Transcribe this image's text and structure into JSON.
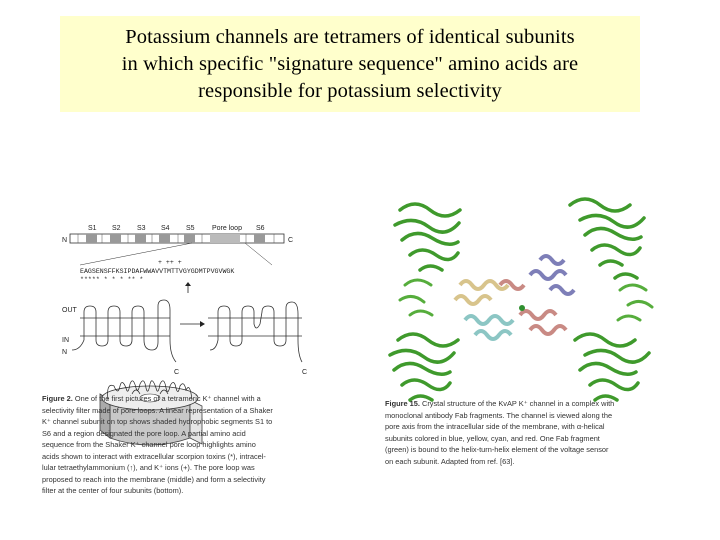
{
  "slide": {
    "title_lines": [
      "Potassium channels are tetramers of identical subunits",
      "in which specific \"signature sequence\" amino acids are",
      "responsible for potassium selectivity"
    ]
  },
  "figure_left": {
    "segment_labels": [
      "S1",
      "S2",
      "S3",
      "S4",
      "S5",
      "Pore loop",
      "S6"
    ],
    "n_label": "N",
    "c_label": "C",
    "charge_marks": "+   ++  +",
    "sequence": "EAGSENSFFKSIPDAFWWAVVTMTTVGYGDMTPVGVWGK",
    "sequence_marks": "*****  *   *              *    ** *",
    "out_label": "OUT",
    "in_label": "IN",
    "n_small": "N",
    "c_small_1": "C",
    "c_small_2": "C",
    "caption_bold": "Figure 2.",
    "caption_lines": [
      "One of the first pictures of a tetrameric K⁺ channel with a",
      "selectivity filter made of pore loops. A linear representation of a Shaker",
      "K⁺ channel subunit on top shows shaded hydrophobic segments S1 to",
      "S6 and a region designated the pore loop. A partial amino acid",
      "sequence from the Shaker K⁺ channel pore loop highlights amino",
      "acids shown to interact with extracellular scorpion toxins (*), intracel-",
      "lular tetraethylammonium (↑), and K⁺ ions (+). The pore loop was",
      "proposed to reach into the membrane (middle) and form a selectivity",
      "filter at the center of four subunits (bottom)."
    ]
  },
  "figure_right": {
    "caption_bold": "Figure 15.",
    "caption_lines": [
      "Crystal structure of the KvAP K⁺ channel in a complex with",
      "monoclonal antibody Fab fragments. The channel is viewed along the",
      "pore axis from the intracellular side of the membrane, with α-helical",
      "subunits colored in blue, yellow, cyan, and red. One Fab fragment",
      "(green) is bound to the helix-turn-helix element of the voltage sensor",
      "on each subunit. Adapted from ref. [63]."
    ]
  },
  "colors": {
    "title_bg": "#ffffcc",
    "fab_green": "#3f9a2c",
    "helix_blue": "#7e7fb8",
    "helix_yellow": "#d8c48c",
    "helix_cyan": "#8cc6c4",
    "helix_red": "#c98a84"
  }
}
